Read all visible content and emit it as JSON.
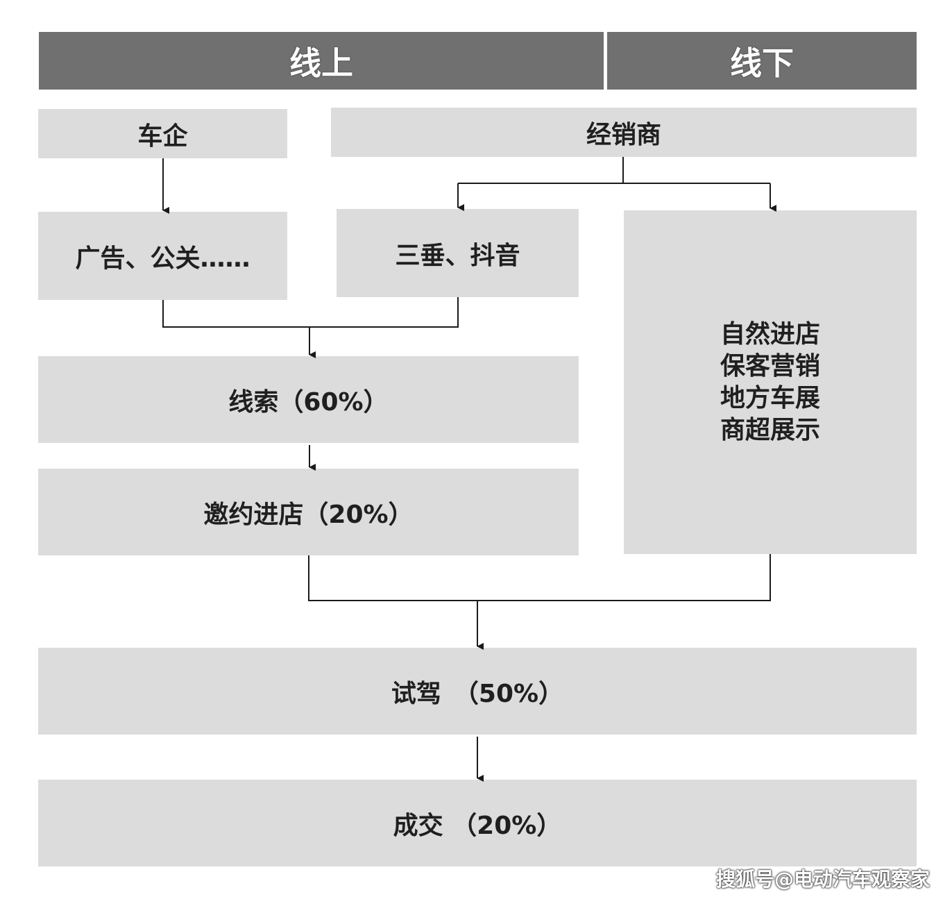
{
  "header": {
    "online": "线上",
    "offline": "线下"
  },
  "nodes": {
    "automaker": "车企",
    "dealer": "经销商",
    "ads_pr": "广告、公关……",
    "verticals_douyin": "三垂、抖音",
    "offline_channels": [
      "自然进店",
      "保客营销",
      "地方车展",
      "商超展示"
    ],
    "leads": "线索（60%）",
    "invite_store": "邀约进店（20%）",
    "test_drive": "试驾　（50%）",
    "deal": "成交 （20%）"
  },
  "watermark": "搜狐号@电动汽车观察家",
  "colors": {
    "header_bg": "#707070",
    "box_bg": "#dcdcdc",
    "line": "#1a1a1a"
  }
}
